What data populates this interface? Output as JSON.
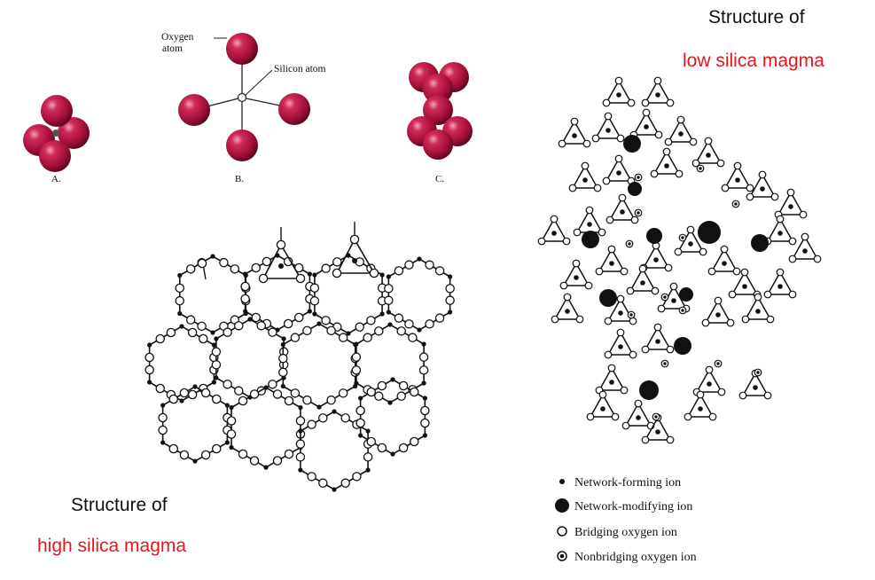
{
  "molecule_panel": {
    "label_a": "A.",
    "label_b": "B.",
    "label_c": "C.",
    "oxygen_label_line1": "Oxygen",
    "oxygen_label_line2": "atom",
    "silicon_label": "Silicon atom"
  },
  "high_silica": {
    "title_line1": "Structure of",
    "title_line2": "high silica magma"
  },
  "low_silica": {
    "title_line1": "Structure of",
    "title_line2": "low silica magma"
  },
  "legend": {
    "items": [
      {
        "symbol": "small-filled-dot",
        "label": "Network-forming ion"
      },
      {
        "symbol": "large-filled-dot",
        "label": "Network-modifying ion"
      },
      {
        "symbol": "open-circle",
        "label": "Bridging oxygen ion"
      },
      {
        "symbol": "dotted-circle",
        "label": "Nonbridging oxygen ion"
      }
    ]
  },
  "colors": {
    "atom_red": "#a4103a",
    "highlight_red": "#e8151c",
    "line_black": "#111111"
  }
}
